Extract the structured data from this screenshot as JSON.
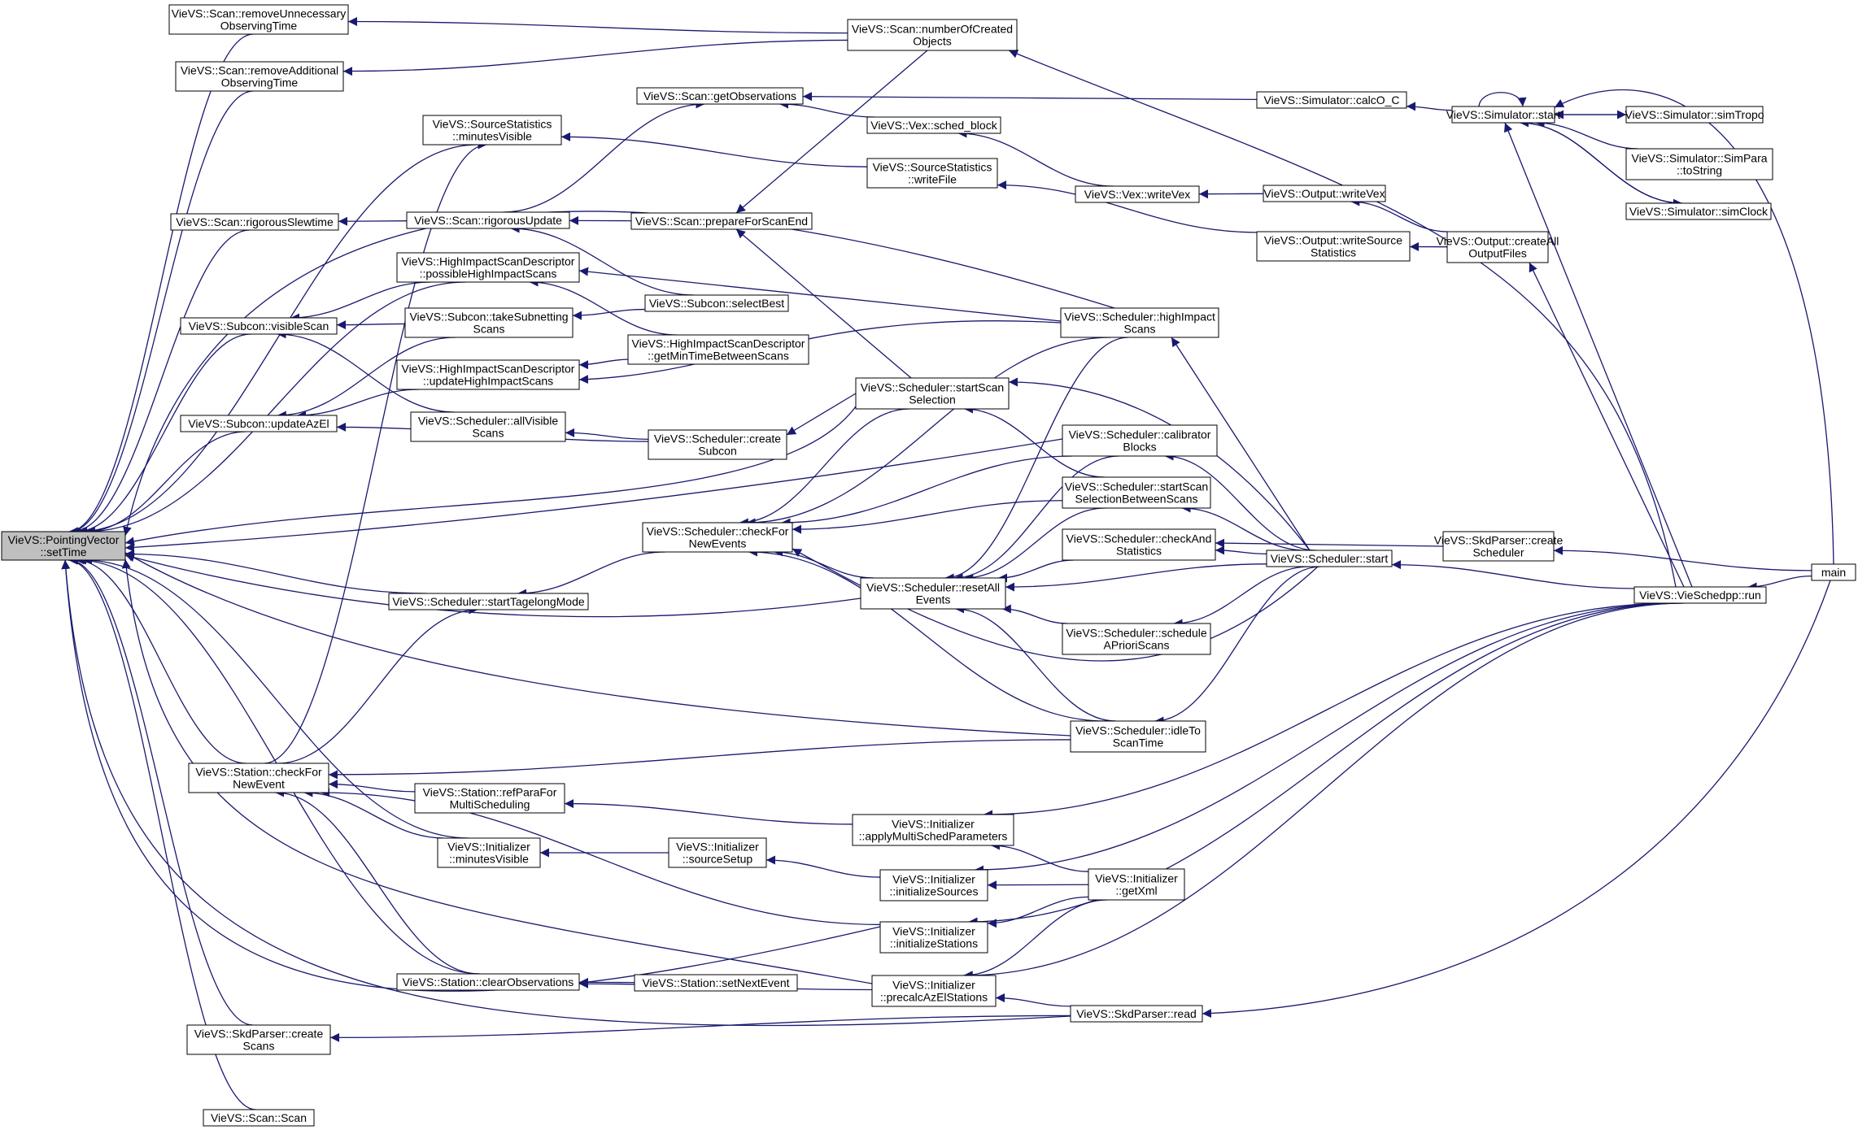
{
  "colors": {
    "edge": "#191970",
    "node_border": "#000000",
    "node_fill": "#ffffff",
    "root_fill": "#bfbfbf"
  },
  "nodes": {
    "setTime": [
      "VieVS::PointingVector",
      "::setTime"
    ],
    "removeUnnecessary": [
      "VieVS::Scan::removeUnnecessary",
      "ObservingTime"
    ],
    "removeAdditional": [
      "VieVS::Scan::removeAdditional",
      "ObservingTime"
    ],
    "srcStatMinVis": [
      "VieVS::SourceStatistics",
      "::minutesVisible"
    ],
    "rigorousSlewtime": [
      "VieVS::Scan::rigorousSlewtime"
    ],
    "rigorousUpdate": [
      "VieVS::Scan::rigorousUpdate"
    ],
    "hisdPossible": [
      "VieVS::HighImpactScanDescriptor",
      "::possibleHighImpactScans"
    ],
    "visibleScan": [
      "VieVS::Subcon::visibleScan"
    ],
    "takeSubnetting": [
      "VieVS::Subcon::takeSubnetting",
      "Scans"
    ],
    "hisdUpdate": [
      "VieVS::HighImpactScanDescriptor",
      "::updateHighImpactScans"
    ],
    "updateAzEl": [
      "VieVS::Subcon::updateAzEl"
    ],
    "allVisible": [
      "VieVS::Scheduler::allVisible",
      "Scans"
    ],
    "startTagelong": [
      "VieVS::Scheduler::startTagelongMode"
    ],
    "stationCheck": [
      "VieVS::Station::checkFor",
      "NewEvent"
    ],
    "refPara": [
      "VieVS::Station::refParaFor",
      "MultiScheduling"
    ],
    "initMinVis": [
      "VieVS::Initializer",
      "::minutesVisible"
    ],
    "clearObs": [
      "VieVS::Station::clearObservations"
    ],
    "skdCreateScans": [
      "VieVS::SkdParser::create",
      "Scans"
    ],
    "scanScan": [
      "VieVS::Scan::Scan"
    ],
    "getObs": [
      "VieVS::Scan::getObservations"
    ],
    "prepareEnd": [
      "VieVS::Scan::prepareForScanEnd"
    ],
    "selectBest": [
      "VieVS::Subcon::selectBest"
    ],
    "hisdGetMin": [
      "VieVS::HighImpactScanDescriptor",
      "::getMinTimeBetweenScans"
    ],
    "createSubcon": [
      "VieVS::Scheduler::create",
      "Subcon"
    ],
    "schedCheck": [
      "VieVS::Scheduler::checkFor",
      "NewEvents"
    ],
    "sourceSetup": [
      "VieVS::Initializer",
      "::sourceSetup"
    ],
    "setNextEvent": [
      "VieVS::Station::setNextEvent"
    ],
    "numCreated": [
      "VieVS::Scan::numberOfCreated",
      "Objects"
    ],
    "schedBlock": [
      "VieVS::Vex::sched_block"
    ],
    "srcStatWrite": [
      "VieVS::SourceStatistics",
      "::writeFile"
    ],
    "startScanSel": [
      "VieVS::Scheduler::startScan",
      "Selection"
    ],
    "resetAll": [
      "VieVS::Scheduler::resetAll",
      "Events"
    ],
    "applyMulti": [
      "VieVS::Initializer",
      "::applyMultiSchedParameters"
    ],
    "initSources": [
      "VieVS::Initializer",
      "::initializeSources"
    ],
    "initStations": [
      "VieVS::Initializer",
      "::initializeStations"
    ],
    "precalc": [
      "VieVS::Initializer",
      "::precalcAzElStations"
    ],
    "writeVexVex": [
      "VieVS::Vex::writeVex"
    ],
    "highImpact": [
      "VieVS::Scheduler::highImpact",
      "Scans"
    ],
    "calibrator": [
      "VieVS::Scheduler::calibrator",
      "Blocks"
    ],
    "startScanBetween": [
      "VieVS::Scheduler::startScan",
      "SelectionBetweenScans"
    ],
    "checkAndStat": [
      "VieVS::Scheduler::checkAnd",
      "Statistics"
    ],
    "schedApriori": [
      "VieVS::Scheduler::schedule",
      "APrioriScans"
    ],
    "idleTo": [
      "VieVS::Scheduler::idleTo",
      "ScanTime"
    ],
    "getXml": [
      "VieVS::Initializer",
      "::getXml"
    ],
    "skdRead": [
      "VieVS::SkdParser::read"
    ],
    "calcOC": [
      "VieVS::Simulator::calcO_C"
    ],
    "outWriteVex": [
      "VieVS::Output::writeVex"
    ],
    "outWriteSrcStat": [
      "VieVS::Output::writeSource",
      "Statistics"
    ],
    "schedStart": [
      "VieVS::Scheduler::start"
    ],
    "simStart": [
      "VieVS::Simulator::start"
    ],
    "createAllOutput": [
      "VieVS::Output::createAll",
      "OutputFiles"
    ],
    "skdCreateScheduler": [
      "VieVS::SkdParser::create",
      "Scheduler"
    ],
    "simTropo": [
      "VieVS::Simulator::simTropo"
    ],
    "simPara": [
      "VieVS::Simulator::SimPara",
      "::toString"
    ],
    "simClock": [
      "VieVS::Simulator::simClock"
    ],
    "vieRun": [
      "VieVS::VieSchedpp::run"
    ],
    "main": [
      "main"
    ]
  },
  "edges": [
    [
      "removeUnnecessary",
      "setTime"
    ],
    [
      "removeAdditional",
      "setTime"
    ],
    [
      "srcStatMinVis",
      "setTime"
    ],
    [
      "rigorousSlewtime",
      "setTime"
    ],
    [
      "hisdPossible",
      "setTime"
    ],
    [
      "visibleScan",
      "setTime"
    ],
    [
      "updateAzEl",
      "setTime"
    ],
    [
      "stationCheck",
      "setTime"
    ],
    [
      "startTagelong",
      "setTime"
    ],
    [
      "initMinVis",
      "setTime"
    ],
    [
      "clearObs",
      "setTime"
    ],
    [
      "skdCreateScans",
      "setTime"
    ],
    [
      "scanScan",
      "setTime"
    ],
    [
      "highImpact",
      "setTime"
    ],
    [
      "startScanSel",
      "setTime"
    ],
    [
      "calibrator",
      "setTime"
    ],
    [
      "resetAll",
      "setTime"
    ],
    [
      "idleTo",
      "setTime"
    ],
    [
      "initStations",
      "setTime"
    ],
    [
      "precalc",
      "setTime"
    ],
    [
      "skdRead",
      "setTime"
    ],
    [
      "numCreated",
      "removeUnnecessary"
    ],
    [
      "numCreated",
      "removeAdditional"
    ],
    [
      "srcStatWrite",
      "srcStatMinVis"
    ],
    [
      "stationCheck",
      "srcStatMinVis"
    ],
    [
      "rigorousUpdate",
      "rigorousSlewtime"
    ],
    [
      "prepareEnd",
      "rigorousUpdate"
    ],
    [
      "selectBest",
      "rigorousUpdate"
    ],
    [
      "highImpact",
      "hisdPossible"
    ],
    [
      "hisdGetMin",
      "hisdPossible"
    ],
    [
      "hisdPossible",
      "visibleScan"
    ],
    [
      "takeSubnetting",
      "visibleScan"
    ],
    [
      "allVisible",
      "visibleScan"
    ],
    [
      "selectBest",
      "takeSubnetting"
    ],
    [
      "hisdUpdate",
      "updateAzEl"
    ],
    [
      "takeSubnetting",
      "updateAzEl"
    ],
    [
      "createSubcon",
      "updateAzEl"
    ],
    [
      "hisdGetMin",
      "hisdUpdate"
    ],
    [
      "highImpact",
      "hisdUpdate"
    ],
    [
      "createSubcon",
      "allVisible"
    ],
    [
      "startScanSel",
      "createSubcon"
    ],
    [
      "schedCheck",
      "startTagelong"
    ],
    [
      "stationCheck",
      "startTagelong"
    ],
    [
      "idleTo",
      "stationCheck"
    ],
    [
      "refPara",
      "stationCheck"
    ],
    [
      "initMinVis",
      "stationCheck"
    ],
    [
      "initStations",
      "stationCheck"
    ],
    [
      "clearObs",
      "stationCheck"
    ],
    [
      "applyMulti",
      "refPara"
    ],
    [
      "sourceSetup",
      "initMinVis"
    ],
    [
      "initSources",
      "sourceSetup"
    ],
    [
      "setNextEvent",
      "clearObs"
    ],
    [
      "precalc",
      "clearObs"
    ],
    [
      "skdRead",
      "skdCreateScans"
    ],
    [
      "calcOC",
      "getObs"
    ],
    [
      "schedBlock",
      "getObs"
    ],
    [
      "rigorousUpdate",
      "getObs"
    ],
    [
      "numCreated",
      "prepareEnd"
    ],
    [
      "startScanSel",
      "prepareEnd"
    ],
    [
      "vieRun",
      "numCreated"
    ],
    [
      "writeVexVex",
      "schedBlock"
    ],
    [
      "outWriteSrcStat",
      "srcStatWrite"
    ],
    [
      "startScanSel",
      "schedCheck"
    ],
    [
      "highImpact",
      "schedCheck"
    ],
    [
      "calibrator",
      "schedCheck"
    ],
    [
      "startScanBetween",
      "schedCheck"
    ],
    [
      "resetAll",
      "schedCheck"
    ],
    [
      "idleTo",
      "schedCheck"
    ],
    [
      "schedStart",
      "schedCheck"
    ],
    [
      "highImpact",
      "resetAll"
    ],
    [
      "calibrator",
      "resetAll"
    ],
    [
      "startScanBetween",
      "resetAll"
    ],
    [
      "checkAndStat",
      "resetAll"
    ],
    [
      "schedApriori",
      "resetAll"
    ],
    [
      "schedStart",
      "resetAll"
    ],
    [
      "idleTo",
      "resetAll"
    ],
    [
      "startScanBetween",
      "startScanSel"
    ],
    [
      "schedStart",
      "startScanSel"
    ],
    [
      "schedStart",
      "highImpact"
    ],
    [
      "schedStart",
      "calibrator"
    ],
    [
      "schedStart",
      "startScanBetween"
    ],
    [
      "schedStart",
      "checkAndStat"
    ],
    [
      "schedStart",
      "schedApriori"
    ],
    [
      "schedStart",
      "idleTo"
    ],
    [
      "skdCreateScheduler",
      "checkAndStat"
    ],
    [
      "vieRun",
      "applyMulti"
    ],
    [
      "getXml",
      "applyMulti"
    ],
    [
      "vieRun",
      "initSources"
    ],
    [
      "getXml",
      "initSources"
    ],
    [
      "vieRun",
      "initStations"
    ],
    [
      "getXml",
      "initStations"
    ],
    [
      "vieRun",
      "precalc"
    ],
    [
      "getXml",
      "precalc"
    ],
    [
      "skdRead",
      "precalc"
    ],
    [
      "outWriteVex",
      "writeVexVex"
    ],
    [
      "simStart",
      "calcOC"
    ],
    [
      "createAllOutput",
      "outWriteVex"
    ],
    [
      "createAllOutput",
      "outWriteSrcStat"
    ],
    [
      "vieRun",
      "schedStart"
    ],
    [
      "simStart",
      "simStart"
    ],
    [
      "simTropo",
      "simStart"
    ],
    [
      "simPara",
      "simStart"
    ],
    [
      "simClock",
      "simStart"
    ],
    [
      "vieRun",
      "simStart"
    ],
    [
      "main",
      "simStart"
    ],
    [
      "vieRun",
      "createAllOutput"
    ],
    [
      "main",
      "skdCreateScheduler"
    ],
    [
      "main",
      "vieRun"
    ],
    [
      "main",
      "skdRead"
    ],
    [
      "simStart",
      "simTropo"
    ],
    [
      "simStart",
      "simClock"
    ]
  ]
}
